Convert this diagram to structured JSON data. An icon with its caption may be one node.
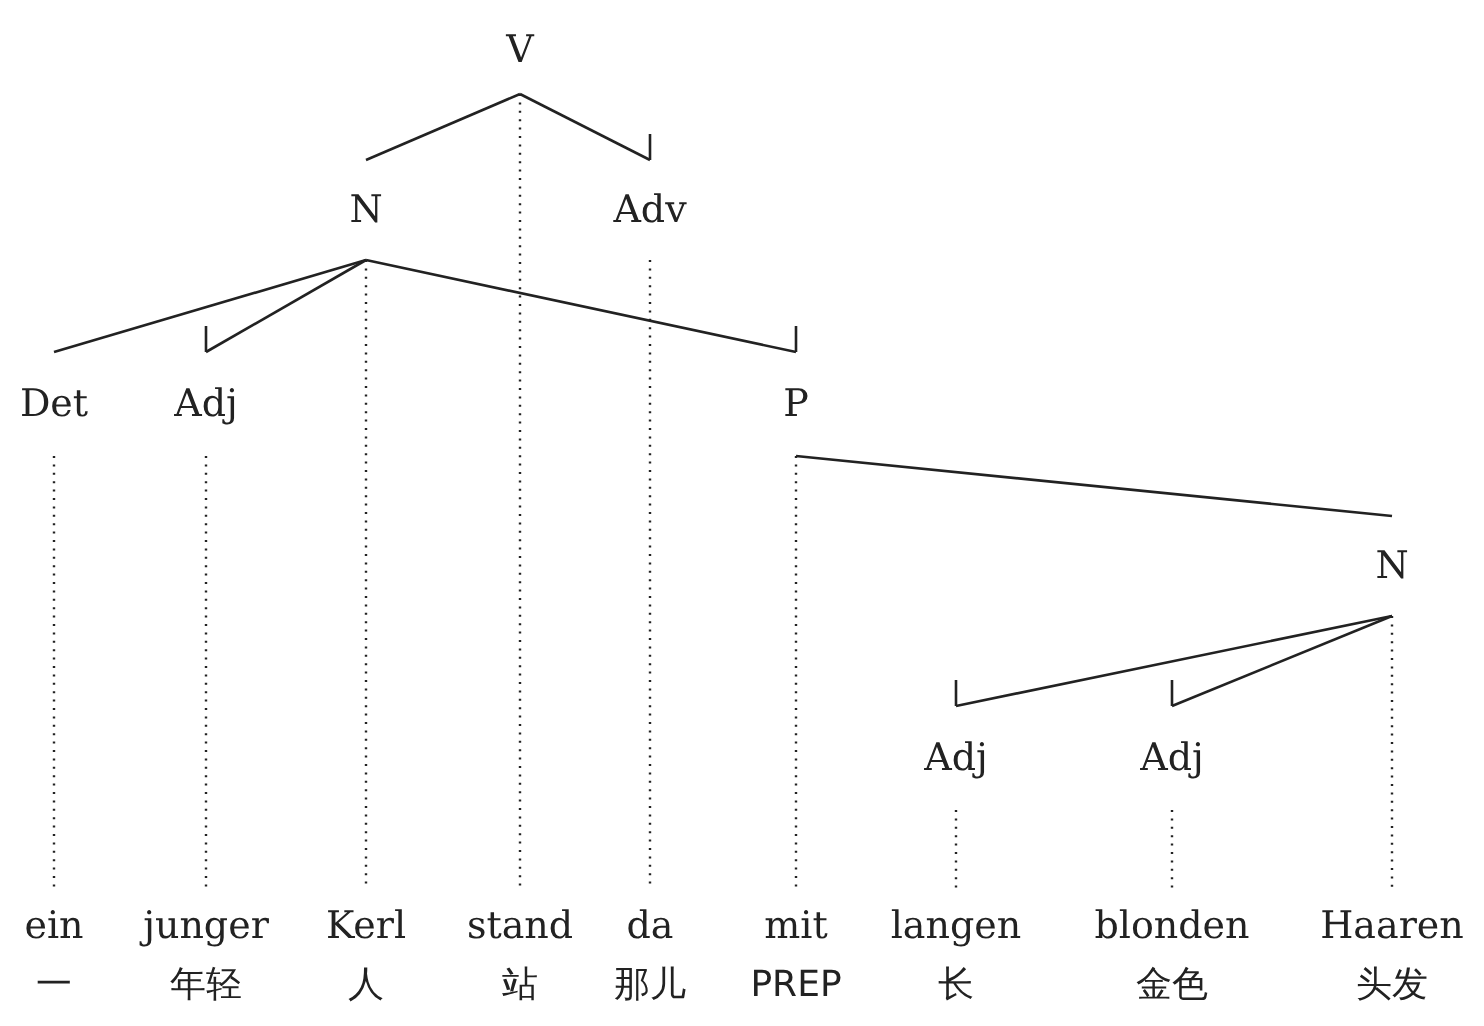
{
  "diagram": {
    "nodes": [
      {
        "text": [
          "V"
        ]
      },
      {
        "text": [
          "N"
        ]
      },
      {
        "text": [
          "Adv"
        ]
      },
      {
        "text": [
          "Det"
        ]
      },
      {
        "text": [
          "Adj"
        ]
      },
      {
        "text": [
          "P"
        ]
      },
      {
        "text": [
          "N"
        ]
      },
      {
        "text": [
          "Adj"
        ]
      },
      {
        "text": [
          "Adj"
        ]
      },
      {
        "text": [
          "ein",
          "一"
        ]
      },
      {
        "text": [
          "junger",
          "年轻"
        ]
      },
      {
        "text": [
          "Kerl",
          "人"
        ]
      },
      {
        "text": [
          "stand",
          "站"
        ]
      },
      {
        "text": [
          "da",
          "那儿"
        ]
      },
      {
        "text": [
          "mit",
          "PREP"
        ]
      },
      {
        "text": [
          "langen",
          "长"
        ]
      },
      {
        "text": [
          "blonden",
          "金色"
        ]
      },
      {
        "text": [
          "Haaren",
          "头发"
        ]
      }
    ],
    "edges": [
      {
        "from": 0,
        "to": 1,
        "arrow": "none"
      },
      {
        "from": 0,
        "to": 2,
        "arrow": "other"
      },
      {
        "from": 0,
        "to": 12,
        "arrow": "none",
        "style": "dashed"
      },
      {
        "from": 1,
        "to": 3,
        "arrow": "none"
      },
      {
        "from": 1,
        "to": 4,
        "arrow": "other"
      },
      {
        "from": 1,
        "to": 5,
        "arrow": "other"
      },
      {
        "from": 1,
        "to": 11,
        "arrow": "none",
        "style": "dashed"
      },
      {
        "from": 2,
        "to": 13,
        "arrow": "none",
        "style": "dashed"
      },
      {
        "from": 3,
        "to": 9,
        "arrow": "none",
        "style": "dashed"
      },
      {
        "from": 4,
        "to": 10,
        "arrow": "none",
        "style": "dashed"
      },
      {
        "from": 5,
        "to": 6,
        "arrow": "none"
      },
      {
        "from": 5,
        "to": 14,
        "arrow": "none",
        "style": "dashed"
      },
      {
        "from": 6,
        "to": 17,
        "arrow": "none",
        "style": "dashed"
      },
      {
        "from": 6,
        "to": 7,
        "arrow": "other"
      },
      {
        "from": 6,
        "to": 8,
        "arrow": "other"
      },
      {
        "from": 7,
        "to": 15,
        "arrow": "none",
        "style": "dashed"
      },
      {
        "from": 8,
        "to": 16,
        "arrow": "none",
        "style": "dashed"
      }
    ]
  }
}
